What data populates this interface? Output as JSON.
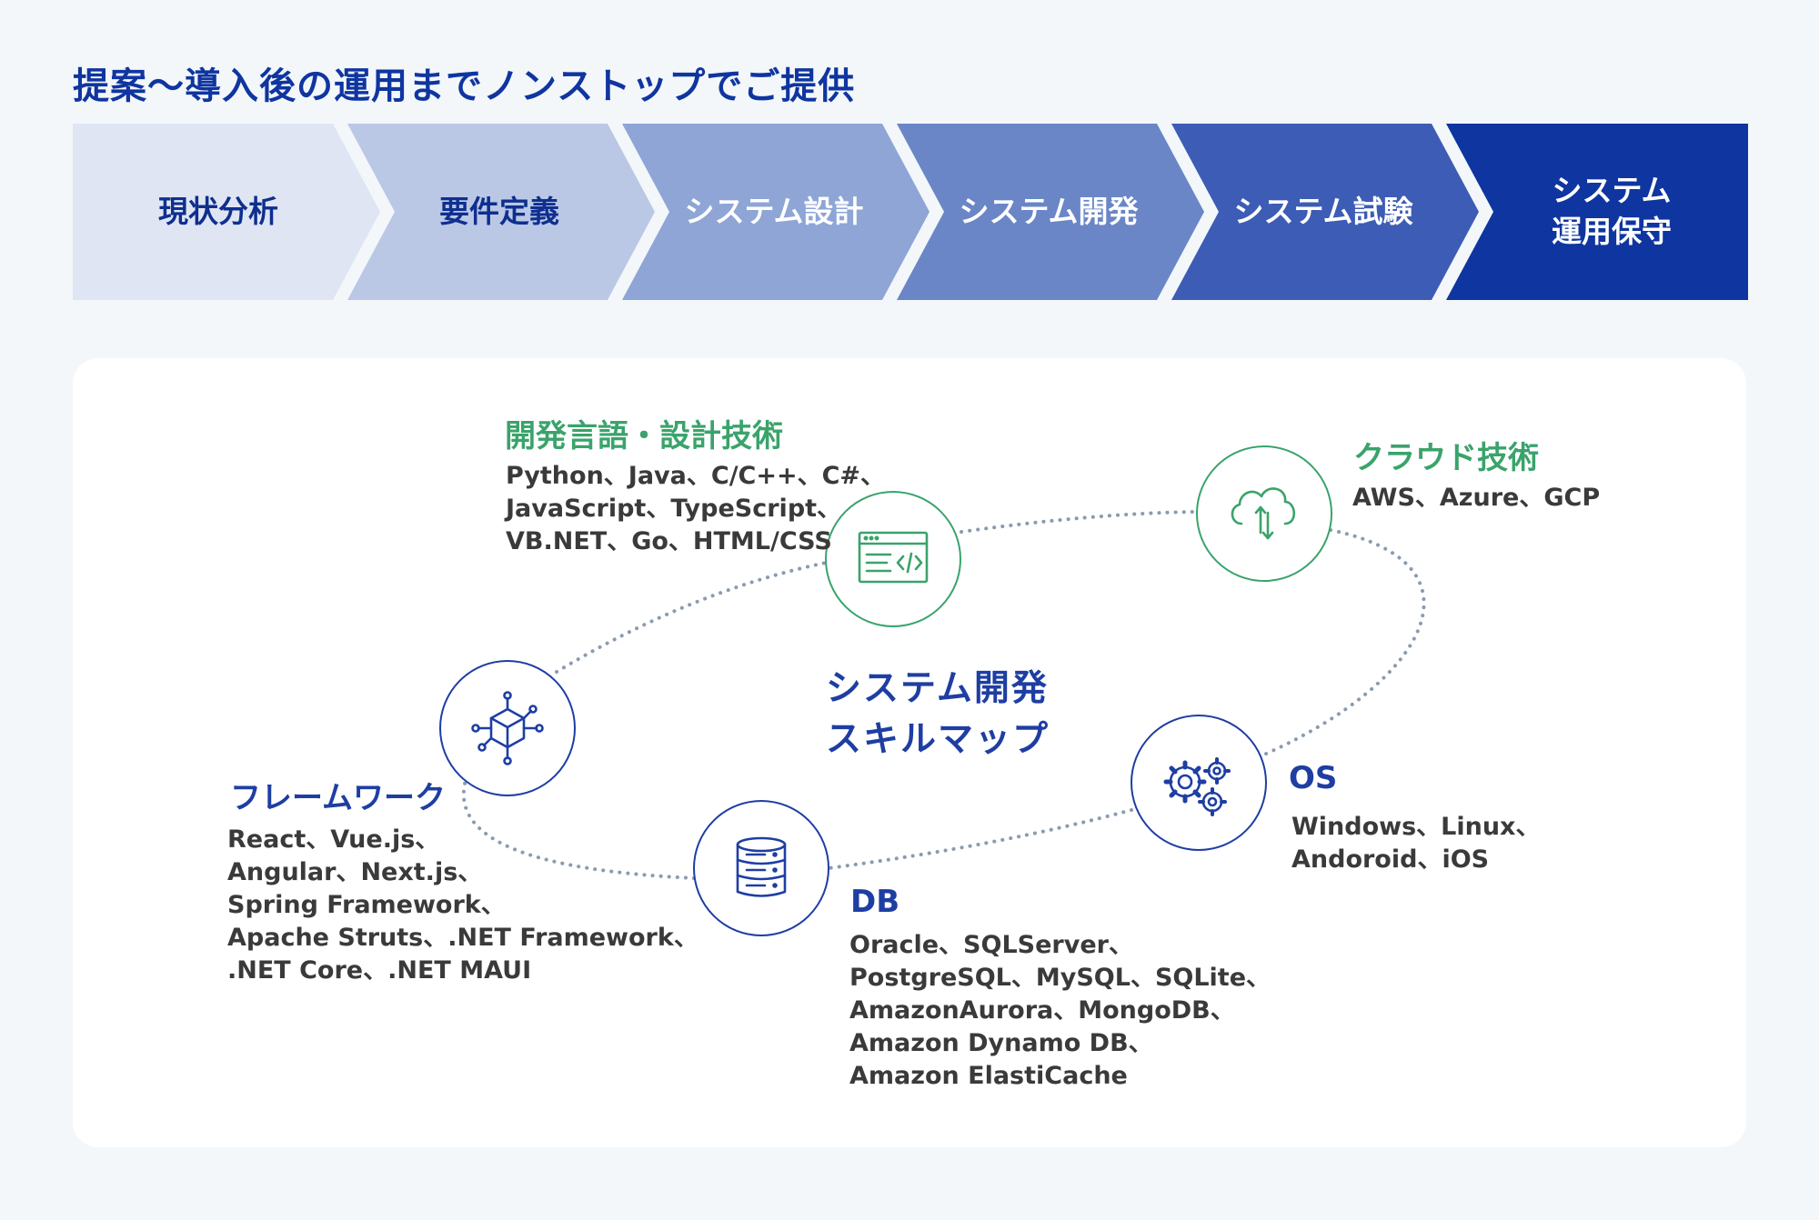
{
  "heading": "提案〜導入後の運用までノンストップでご提供",
  "process": {
    "steps": [
      {
        "lines": [
          "現状分析"
        ],
        "fill": "#dfe5f2",
        "text_color": "#0f2f8f"
      },
      {
        "lines": [
          "要件定義"
        ],
        "fill": "#bac8e6",
        "text_color": "#0f2f8f"
      },
      {
        "lines": [
          "システム設計"
        ],
        "fill": "#8ea5d6",
        "text_color": "#ffffff"
      },
      {
        "lines": [
          "システム開発"
        ],
        "fill": "#6a86c6",
        "text_color": "#ffffff"
      },
      {
        "lines": [
          "システム試験"
        ],
        "fill": "#3d5cb5",
        "text_color": "#ffffff"
      },
      {
        "lines": [
          "システム",
          "運用保守"
        ],
        "fill": "#0f35a0",
        "text_color": "#ffffff"
      }
    ]
  },
  "skill_map": {
    "center_title": [
      "システム開発",
      "スキルマップ"
    ],
    "colors": {
      "green": "#3aa36b",
      "navy": "#1e3ea3",
      "dots": "#8a9bb0"
    },
    "categories": {
      "languages": {
        "title": "開発言語・設計技術",
        "icon": "code-window-icon",
        "items": [
          "Python、Java、C/C++、C#、",
          "JavaScript、TypeScript、",
          "VB.NET、Go、HTML/CSS"
        ]
      },
      "cloud": {
        "title": "クラウド技術",
        "icon": "cloud-sync-icon",
        "items": [
          "AWS、Azure、GCP"
        ]
      },
      "os": {
        "title": "OS",
        "icon": "gears-icon",
        "items": [
          "Windows、Linux、",
          "Andoroid、iOS"
        ]
      },
      "db": {
        "title": "DB",
        "icon": "database-icon",
        "items": [
          "Oracle、SQLServer、",
          "PostgreSQL、MySQL、SQLite、",
          "AmazonAurora、MongoDB、",
          "Amazon Dynamo DB、",
          "Amazon ElastiCache"
        ]
      },
      "framework": {
        "title": "フレームワーク",
        "icon": "cube-network-icon",
        "items": [
          "React、Vue.js、",
          "Angular、Next.js、",
          "Spring Framework、",
          "Apache Struts、.NET Framework、",
          ".NET Core、.NET MAUI"
        ]
      }
    }
  }
}
